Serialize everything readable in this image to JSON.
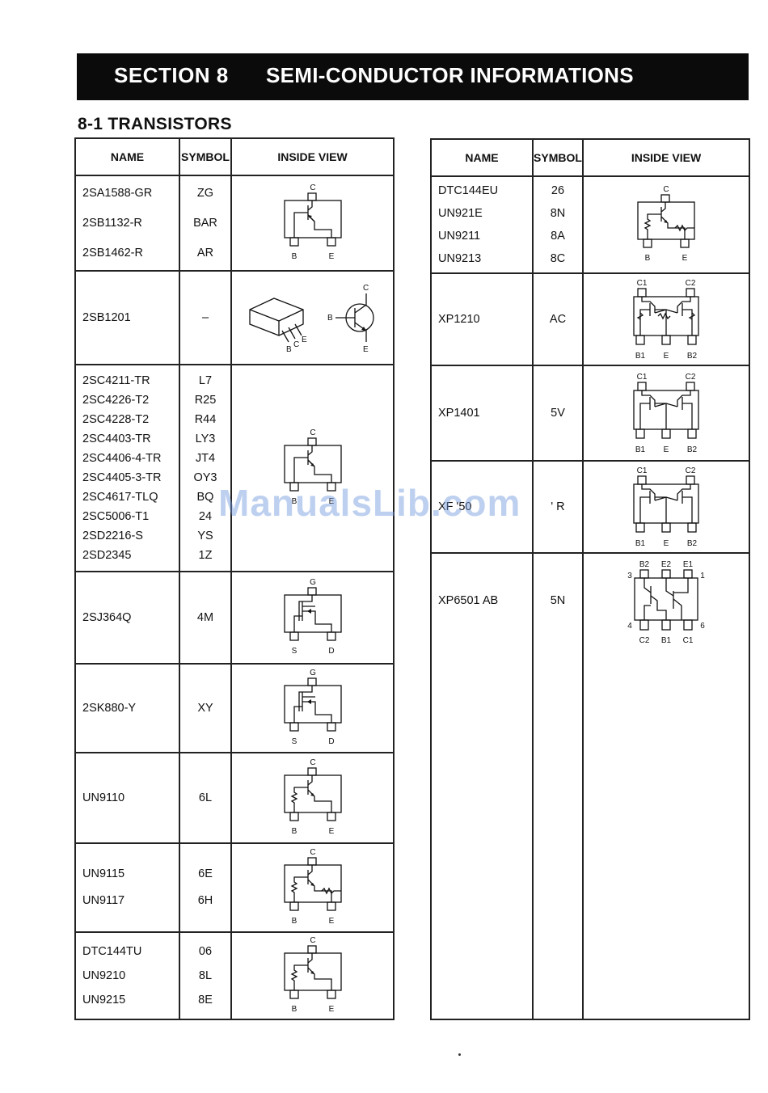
{
  "section": {
    "number": "SECTION  8",
    "title": "SEMI-CONDUCTOR INFORMATIONS"
  },
  "subsection": "8-1  TRANSISTORS",
  "table_headers": {
    "name": "NAME",
    "symbol": "SYMBOL",
    "view": "INSIDE VIEW"
  },
  "watermark": "ManualsLib.com",
  "left_rows": [
    {
      "names": [
        "2SA1588-GR",
        "2SB1132-R",
        "2SB1462-R"
      ],
      "symbols": [
        "ZG",
        "BAR",
        "AR"
      ],
      "view": "pnp-sot",
      "pins": [
        "C",
        "B",
        "E"
      ]
    },
    {
      "names": [
        "2SB1201"
      ],
      "symbols": [
        "–"
      ],
      "view": "power-package",
      "pins": [
        "B",
        "C",
        "E"
      ]
    },
    {
      "names": [
        "2SC4211-TR",
        "2SC4226-T2",
        "2SC4228-T2",
        "2SC4403-TR",
        "2SC4406-4-TR",
        "2SC4405-3-TR",
        "2SC4617-TLQ",
        "2SC5006-T1",
        "2SD2216-S",
        "2SD2345"
      ],
      "symbols": [
        "L7",
        "R25",
        "R44",
        "LY3",
        "JT4",
        "OY3",
        "BQ",
        "24",
        "YS",
        "1Z"
      ],
      "view": "npn-sot",
      "pins": [
        "C",
        "B",
        "E"
      ]
    },
    {
      "names": [
        "2SJ364Q"
      ],
      "symbols": [
        "4M"
      ],
      "view": "fet-sot",
      "pins": [
        "G",
        "S",
        "D"
      ]
    },
    {
      "names": [
        "2SK880-Y"
      ],
      "symbols": [
        "XY"
      ],
      "view": "fet-sot",
      "pins": [
        "G",
        "S",
        "D"
      ]
    },
    {
      "names": [
        "UN9110"
      ],
      "symbols": [
        "6L"
      ],
      "view": "digital-1r",
      "pins": [
        "C",
        "B",
        "E"
      ]
    },
    {
      "names": [
        "UN9115",
        "UN9117"
      ],
      "symbols": [
        "6E",
        "6H"
      ],
      "view": "digital-2r",
      "pins": [
        "C",
        "B",
        "E"
      ]
    },
    {
      "names": [
        "DTC144TU",
        "UN9210",
        "UN9215"
      ],
      "symbols": [
        "06",
        "8L",
        "8E"
      ],
      "view": "digital-1r",
      "pins": [
        "C",
        "B",
        "E"
      ]
    }
  ],
  "right_rows": [
    {
      "names": [
        "DTC144EU",
        "UN921E",
        "UN9211",
        "UN9213"
      ],
      "symbols": [
        "26",
        "8N",
        "8A",
        "8C"
      ],
      "view": "digital-2r",
      "pins": [
        "C",
        "B",
        "E"
      ]
    },
    {
      "names": [
        "XP1210"
      ],
      "symbols": [
        "AC"
      ],
      "view": "dual-digital",
      "pins": [
        "C1",
        "C2",
        "B1",
        "E",
        "B2"
      ]
    },
    {
      "names": [
        "XP1401"
      ],
      "symbols": [
        "5V"
      ],
      "view": "dual",
      "pins": [
        "C1",
        "C2",
        "B1",
        "E",
        "B2"
      ]
    },
    {
      "names": [
        "XF '50"
      ],
      "symbols": [
        "' R"
      ],
      "view": "dual",
      "pins": [
        "C1",
        "C2",
        "B1",
        "E",
        "B2"
      ]
    },
    {
      "names": [
        "XP6501 AB"
      ],
      "symbols": [
        "5N"
      ],
      "view": "six-pin",
      "pins": [
        "B2",
        "E2",
        "E1",
        "3",
        "1",
        "4",
        "6",
        "C2",
        "B1",
        "C1"
      ]
    }
  ]
}
